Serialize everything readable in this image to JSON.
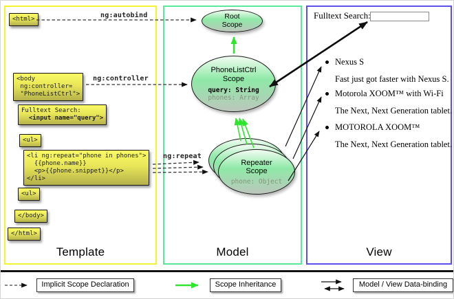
{
  "colors": {
    "template_border": "#f5f32e",
    "model_border": "#5ae89c",
    "view_border": "#5a50e8",
    "green_arrow": "#2ee52e",
    "code_box_top": "#fbfa64",
    "code_box_bottom": "#b5b14b",
    "scope_fill_top": "#f2fcf2",
    "scope_fill_mid": "#8fe9a7",
    "scope_fill_bottom": "#bcc6bc"
  },
  "panels": {
    "template": "Template",
    "model": "Model",
    "view": "View"
  },
  "directives": {
    "autobind": "ng:autobind",
    "controller": "ng:controller",
    "repeat": "ng:repeat"
  },
  "code": {
    "html_open": "<html>",
    "body_open": "<body\n ng:controller=\n \"PhoneListCtrl\">",
    "fulltext_line1": "Fulltext Search:",
    "fulltext_line2": "  <input name=\"query\">",
    "ul_open": "<ul>",
    "li_block": "<li ng:repeat=\"phone in phones\">\n  {{phone.name}}\n  <p>{{phone.snippet}}</p>\n</li>",
    "ul_close": "<ul>",
    "body_close": "</body>",
    "html_close": "</html>"
  },
  "scopes": {
    "root": {
      "title": "Root\nScope"
    },
    "ctrl": {
      "title": "PhoneListCtrl\nScope",
      "prop_query": "query: String",
      "prop_phones": "phones: Array"
    },
    "repeater": {
      "title": "Repeater\nScope",
      "prop_phone": "phone: Object"
    }
  },
  "view": {
    "search_label": "Fulltext Search:",
    "items": [
      {
        "name": "Nexus S",
        "desc": "Fast just got faster with Nexus S."
      },
      {
        "name": "Motorola XOOM™ with Wi-Fi",
        "desc": "The Next, Next Generation tablet."
      },
      {
        "name": "MOTOROLA XOOM™",
        "desc": "The Next, Next Generation tablet."
      }
    ]
  },
  "legend": {
    "implicit": "Implicit Scope Declaration",
    "inheritance": "Scope Inheritance",
    "binding": "Model / View Data-binding"
  }
}
